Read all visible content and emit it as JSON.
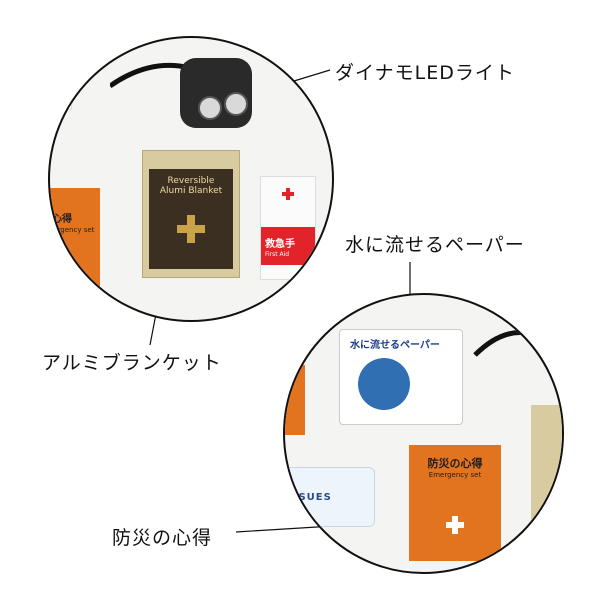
{
  "labels": {
    "dynamo_light": "ダイナモLEDライト",
    "flushable_paper": "水に流せるペーパー",
    "alumi_blanket": "アルミブランケット",
    "disaster_guide": "防災の心得"
  },
  "products": {
    "blanket_title_1": "Reversible",
    "blanket_title_2": "Alumi Blanket",
    "guide_small": "の心得",
    "guide_small_sub": "Emergency set",
    "first_aid_jp": "救急手",
    "first_aid_en": "First Aid",
    "paper_pack_title": "水に流せるペーパー",
    "guide_title": "防災の心得",
    "guide_sub": "Emergency set",
    "tissue_text": "ISSUES"
  },
  "colors": {
    "orange": "#e2741f",
    "red": "#e3232a",
    "gold": "#d9cba0",
    "line": "#111111"
  }
}
